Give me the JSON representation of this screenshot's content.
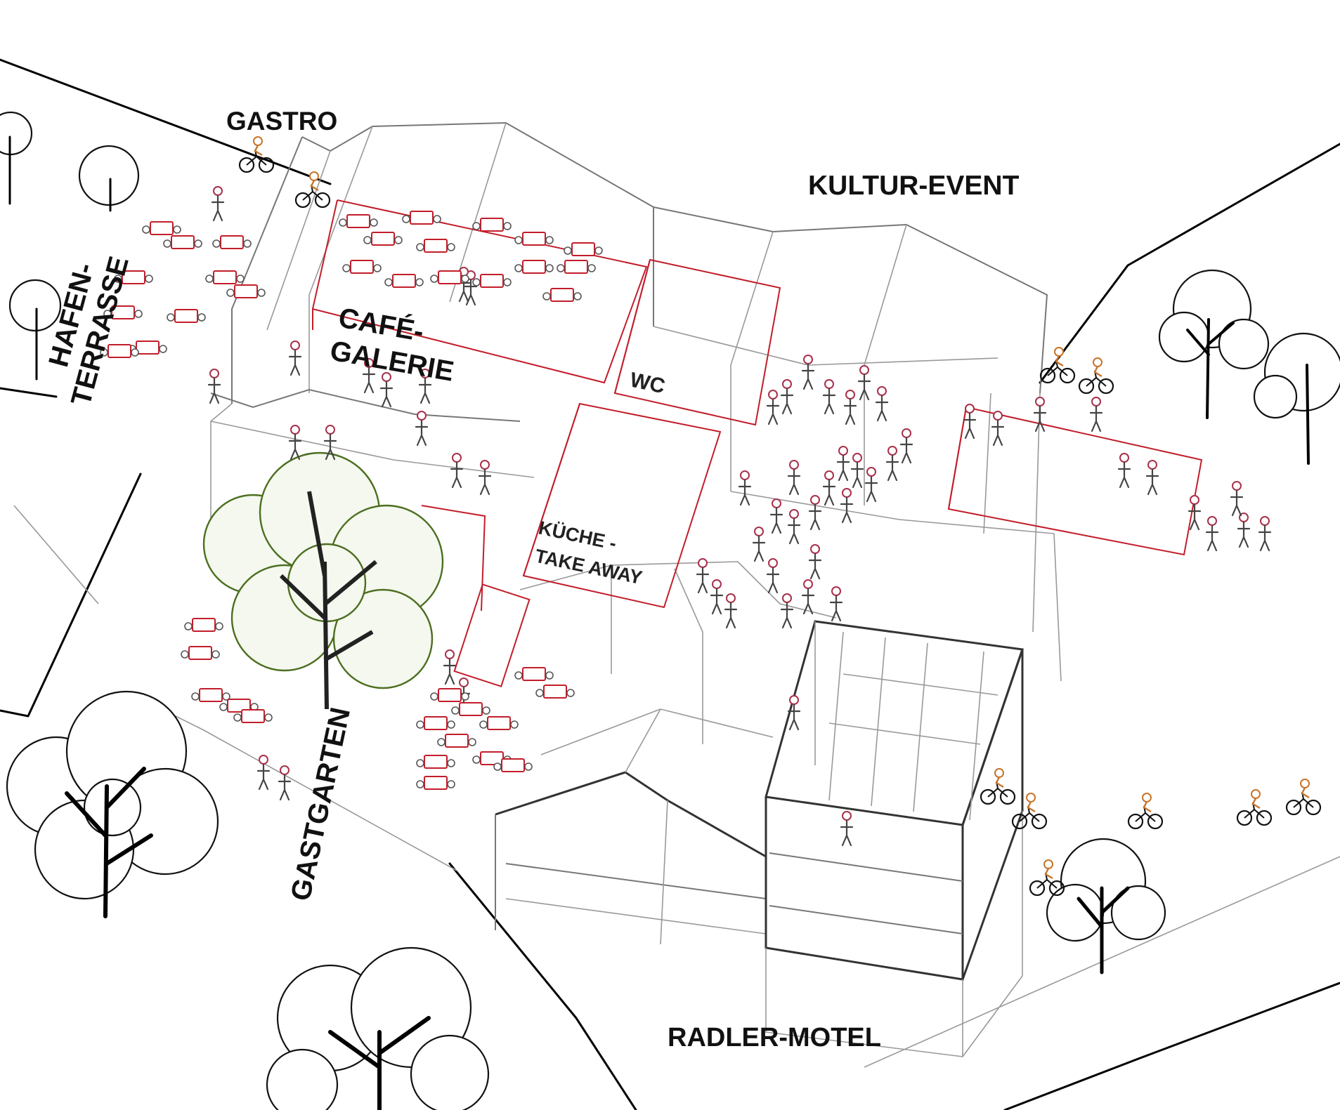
{
  "labels": {
    "gastro": "GASTRO",
    "kultur_event": "KULTUR-EVENT",
    "hafen_line1": "HAFEN-",
    "hafen_line2": "TERRASSE",
    "cafe_line1": "CAFÉ-",
    "cafe_line2": "GALERIE",
    "wc": "WC",
    "kueche_line1": "KÜCHE -",
    "kueche_line2": "TAKE AWAY",
    "gastgarten": "GASTGARTEN",
    "radler_motel": "RADLER-MOTEL"
  },
  "colors": {
    "line": "#000000",
    "structure": "#999999",
    "room_outline": "#c21d2a",
    "tree_foliage": "#4d6e21",
    "people": "#a8304a",
    "cyclists": "#c7742a",
    "background": "#ffffff"
  },
  "icons": {
    "trees": "tree-icon",
    "people": "person-icon",
    "cyclists": "bicycle-icon",
    "tables": "table-icon"
  }
}
